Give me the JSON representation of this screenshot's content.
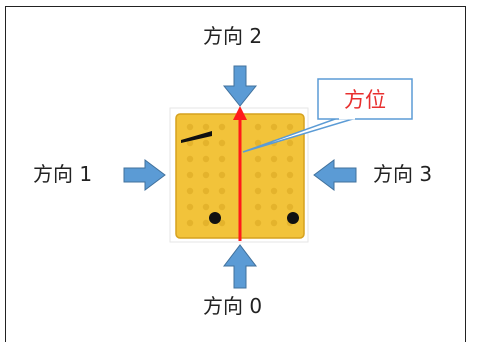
{
  "labels": {
    "direction_0": "方向 0",
    "direction_1": "方向 1",
    "direction_2": "方向 2",
    "direction_3": "方向 3",
    "azimuth": "方位"
  },
  "colors": {
    "tile": "#f2c33a",
    "tile_bump": "#d9a520",
    "arrow": "#5b9bd5",
    "azimuth_line": "#ff1a1a",
    "callout_text": "#e8302f",
    "callout_border": "#5b9bd5"
  }
}
